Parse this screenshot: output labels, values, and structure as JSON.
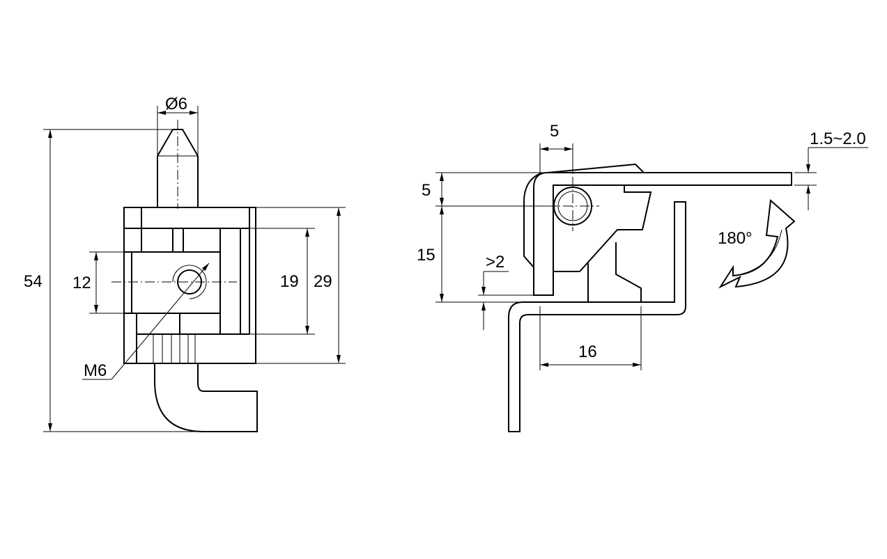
{
  "front_view": {
    "dia": "Ø6",
    "height_total": "54",
    "height_12": "12",
    "height_19": "19",
    "height_29": "29",
    "thread": "M6"
  },
  "side_view": {
    "dim_5_top": "5",
    "dim_5_left": "5",
    "dim_15": "15",
    "gap": ">2",
    "width_16": "16",
    "thickness": "1.5~2.0",
    "rotation": "180°"
  }
}
